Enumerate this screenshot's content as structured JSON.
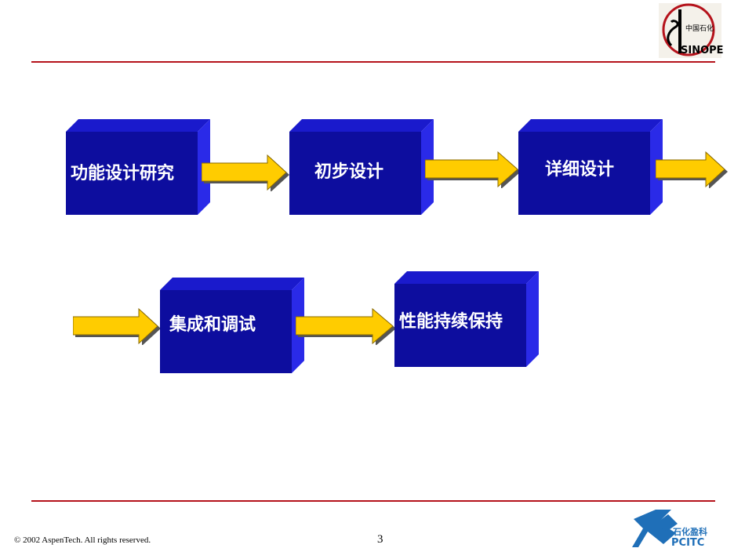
{
  "boxes": [
    {
      "label": "功能设计研究"
    },
    {
      "label": "初步设计"
    },
    {
      "label": "详细设计"
    },
    {
      "label": "集成和调试"
    },
    {
      "label": "性能持续保持"
    }
  ],
  "footer": {
    "copyright": "© 2002 AspenTech.  All rights reserved.",
    "page_number": "3"
  },
  "logos": {
    "top_right": {
      "name": "sinopec-logo",
      "text_cn": "中国石化",
      "text_en": "SINOPEC"
    },
    "bottom_right": {
      "name": "pcitc-logo",
      "text_cn": "石化盈科",
      "text_en": "PCITC"
    }
  },
  "colors": {
    "box_front": "#0d0d9e",
    "box_top": "#1a1acc",
    "box_side": "#2828e6",
    "arrow_fill": "#ffcc00",
    "rule": "#b5121b",
    "pcitc_blue": "#1f6fb8"
  }
}
